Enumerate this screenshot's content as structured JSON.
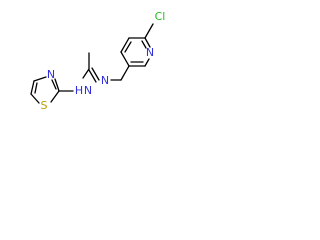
{
  "structure": {
    "atoms": [
      {
        "id": "cl",
        "label": "Cl",
        "color": "#1fbf1f"
      },
      {
        "id": "n_pyridine",
        "label": "N",
        "color": "#3030e0"
      },
      {
        "id": "n_imine",
        "label": "N",
        "color": "#3030e0"
      },
      {
        "id": "nh",
        "label": "N",
        "color": "#3030e0"
      },
      {
        "id": "h_nh",
        "label": "H",
        "color": "#3030e0"
      },
      {
        "id": "n_thiazole",
        "label": "N",
        "color": "#3030e0"
      },
      {
        "id": "s_thiazole",
        "label": "S",
        "color": "#b8a000"
      }
    ]
  }
}
